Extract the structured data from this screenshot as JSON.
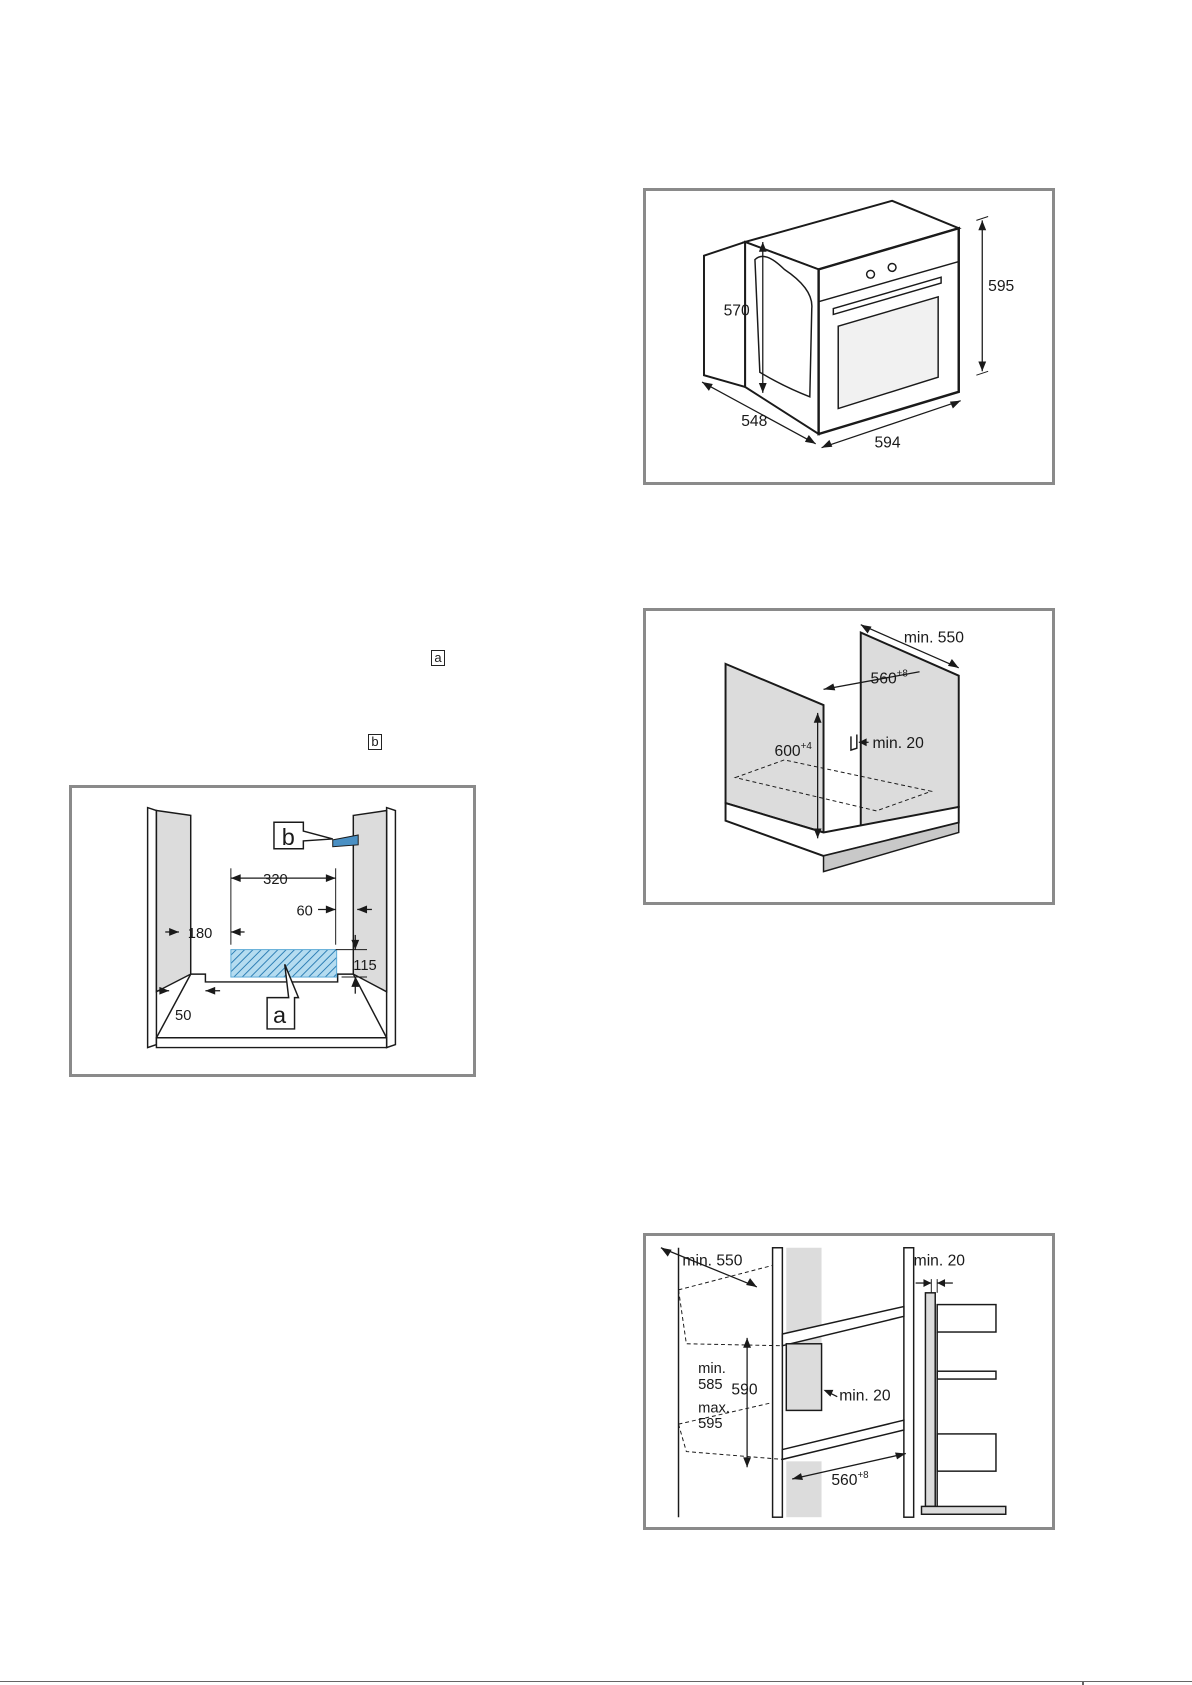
{
  "colors": {
    "frame": "#8a8a8a",
    "panel": "#dcdcdc",
    "hatch": "#5aa9d6",
    "bracket": "#4a90c4",
    "line": "#1a1a1a"
  },
  "inline_markers": {
    "a": "a",
    "b": "b"
  },
  "oven_diagram": {
    "dim_depth_inner": "570",
    "dim_height": "595",
    "dim_depth": "548",
    "dim_width": "594"
  },
  "cabinet_diagram": {
    "dim_min_depth": "min. 550",
    "dim_width_base": "560",
    "dim_width_tol": "+8",
    "dim_height_base": "600",
    "dim_height_tol": "+4",
    "dim_min_gap": "min. 20"
  },
  "floor_diagram": {
    "label_b": "b",
    "label_a": "a",
    "dim_320": "320",
    "dim_60": "60",
    "dim_180": "180",
    "dim_115": "115",
    "dim_50": "50"
  },
  "tall_diagram": {
    "dim_min_depth": "min. 550",
    "dim_min_gap_top": "min. 20",
    "dim_min_height_label": "min.",
    "dim_min_height_value": "585",
    "dim_max_height_label": "max.",
    "dim_max_height_value": "595",
    "dim_590": "590",
    "dim_min_gap_mid": "min. 20",
    "dim_width_base": "560",
    "dim_width_tol": "+8"
  }
}
